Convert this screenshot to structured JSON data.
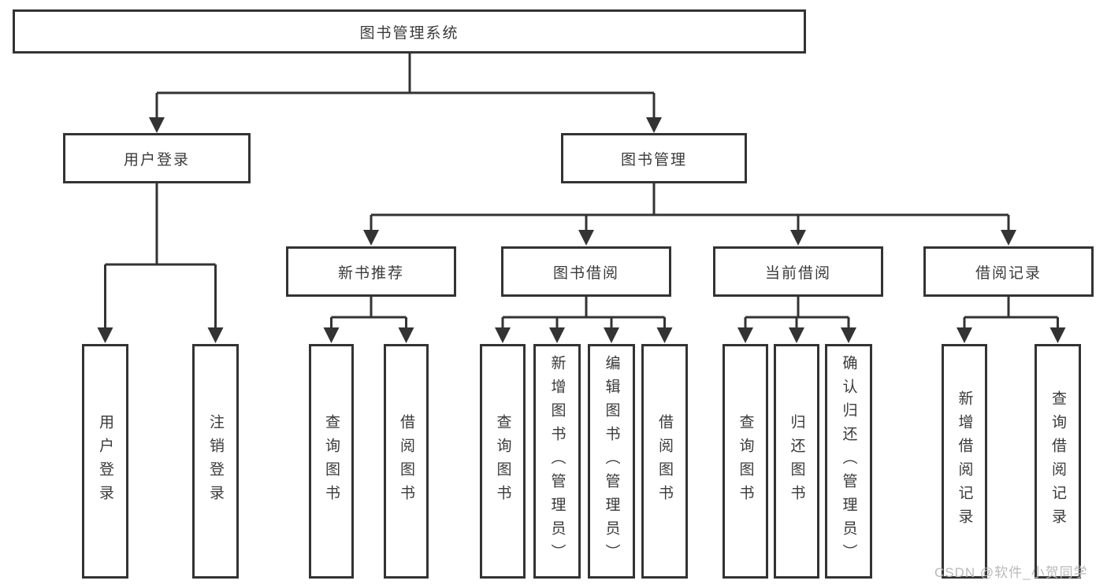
{
  "diagram": {
    "type": "hierarchy-structure-chart",
    "colors": {
      "line": "#333333",
      "border": "#333333",
      "text": "#3a3a3a",
      "background": "#ffffff",
      "watermark": "#b9b9b9"
    },
    "root": {
      "label": "图书管理系统"
    },
    "branches": [
      {
        "label": "用户登录",
        "leaves": [
          "用户登录",
          "注销登录"
        ]
      },
      {
        "label": "图书管理",
        "groups": [
          {
            "label": "新书推荐",
            "leaves": [
              "查询图书",
              "借阅图书"
            ]
          },
          {
            "label": "图书借阅",
            "leaves": [
              "查询图书",
              "新增图书（管理员）",
              "编辑图书（管理员）",
              "借阅图书"
            ]
          },
          {
            "label": "当前借阅",
            "leaves": [
              "查询图书",
              "归还图书",
              "确认归还（管理员）"
            ]
          },
          {
            "label": "借阅记录",
            "leaves": [
              "新增借阅记录",
              "查询借阅记录"
            ]
          }
        ]
      }
    ],
    "watermark": "CSDN @软件_小贺同学"
  }
}
